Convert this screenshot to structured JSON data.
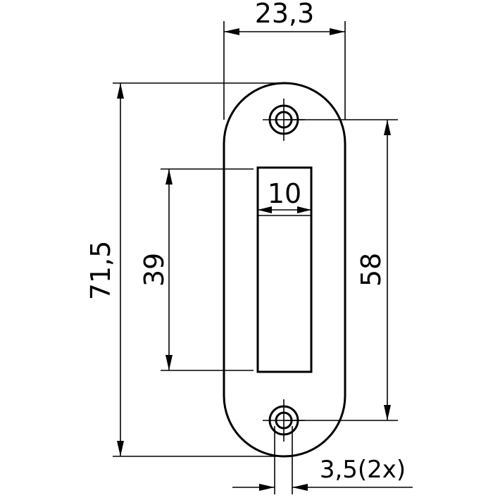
{
  "drawing": {
    "dimensions": {
      "width": "23,3",
      "height": "71,5",
      "slot_height": "39",
      "slot_width": "10",
      "hole_spacing": "58",
      "hole_diameter": "3,5(2x)"
    }
  }
}
